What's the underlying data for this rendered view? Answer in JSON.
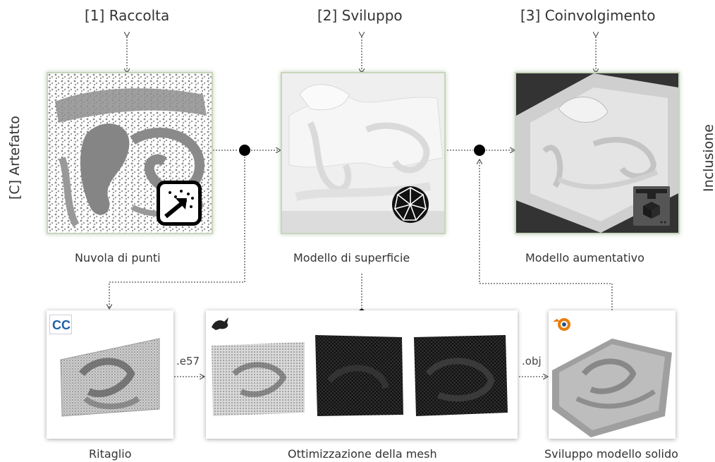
{
  "stages": [
    {
      "label": "[1] Raccolta",
      "caption": "Nuvola di punti"
    },
    {
      "label": "[2] Sviluppo",
      "caption": "Modello di superficie"
    },
    {
      "label": "[3] Coinvolgimento",
      "caption": "Modello aumentativo"
    }
  ],
  "side_left": "[C] Artefatto",
  "side_right": "Inclusione",
  "workflow": [
    {
      "caption": "Ritaglio",
      "software_icon": "cloudcompare-icon"
    },
    {
      "caption": "Ottimizzazione della mesh",
      "software_icon": "rhino-icon"
    },
    {
      "caption": "Sviluppo modello solido",
      "software_icon": "blender-icon"
    }
  ],
  "formats": {
    "first": ".e57",
    "second": ".obj"
  },
  "icons": {
    "point_cloud": "point-cloud-icon",
    "mesh": "mesh-sphere-icon",
    "print": "3d-printer-icon"
  },
  "colors": {
    "panel_border": "#c9d5bd",
    "arrow": "#555555",
    "node": "#000000",
    "blender": "#e87d0d",
    "cloudcompare": "#1f5fa8"
  }
}
